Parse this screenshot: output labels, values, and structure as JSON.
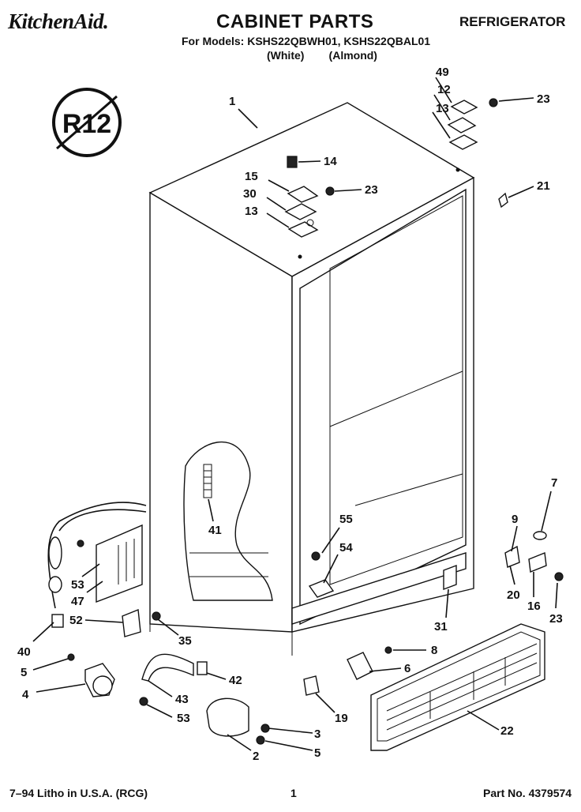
{
  "header": {
    "brand": "KitchenAid.",
    "title": "CABINET PARTS",
    "category": "REFRIGERATOR",
    "models": "For Models: KSHS22QBWH01, KSHS22QBAL01",
    "colors": "(White)        (Almond)"
  },
  "badge": {
    "text": "R12"
  },
  "callouts": [
    "1",
    "49",
    "12",
    "23",
    "13",
    "14",
    "15",
    "23",
    "30",
    "13",
    "21",
    "41",
    "55",
    "54",
    "7",
    "9",
    "20",
    "16",
    "23",
    "53",
    "47",
    "52",
    "35",
    "40",
    "5",
    "4",
    "43",
    "53",
    "42",
    "31",
    "8",
    "6",
    "19",
    "22",
    "3",
    "5",
    "2"
  ],
  "footer": {
    "litho": "7–94 Litho in U.S.A. (RCG)",
    "page": "1",
    "part_no": "Part No. 4379574"
  }
}
